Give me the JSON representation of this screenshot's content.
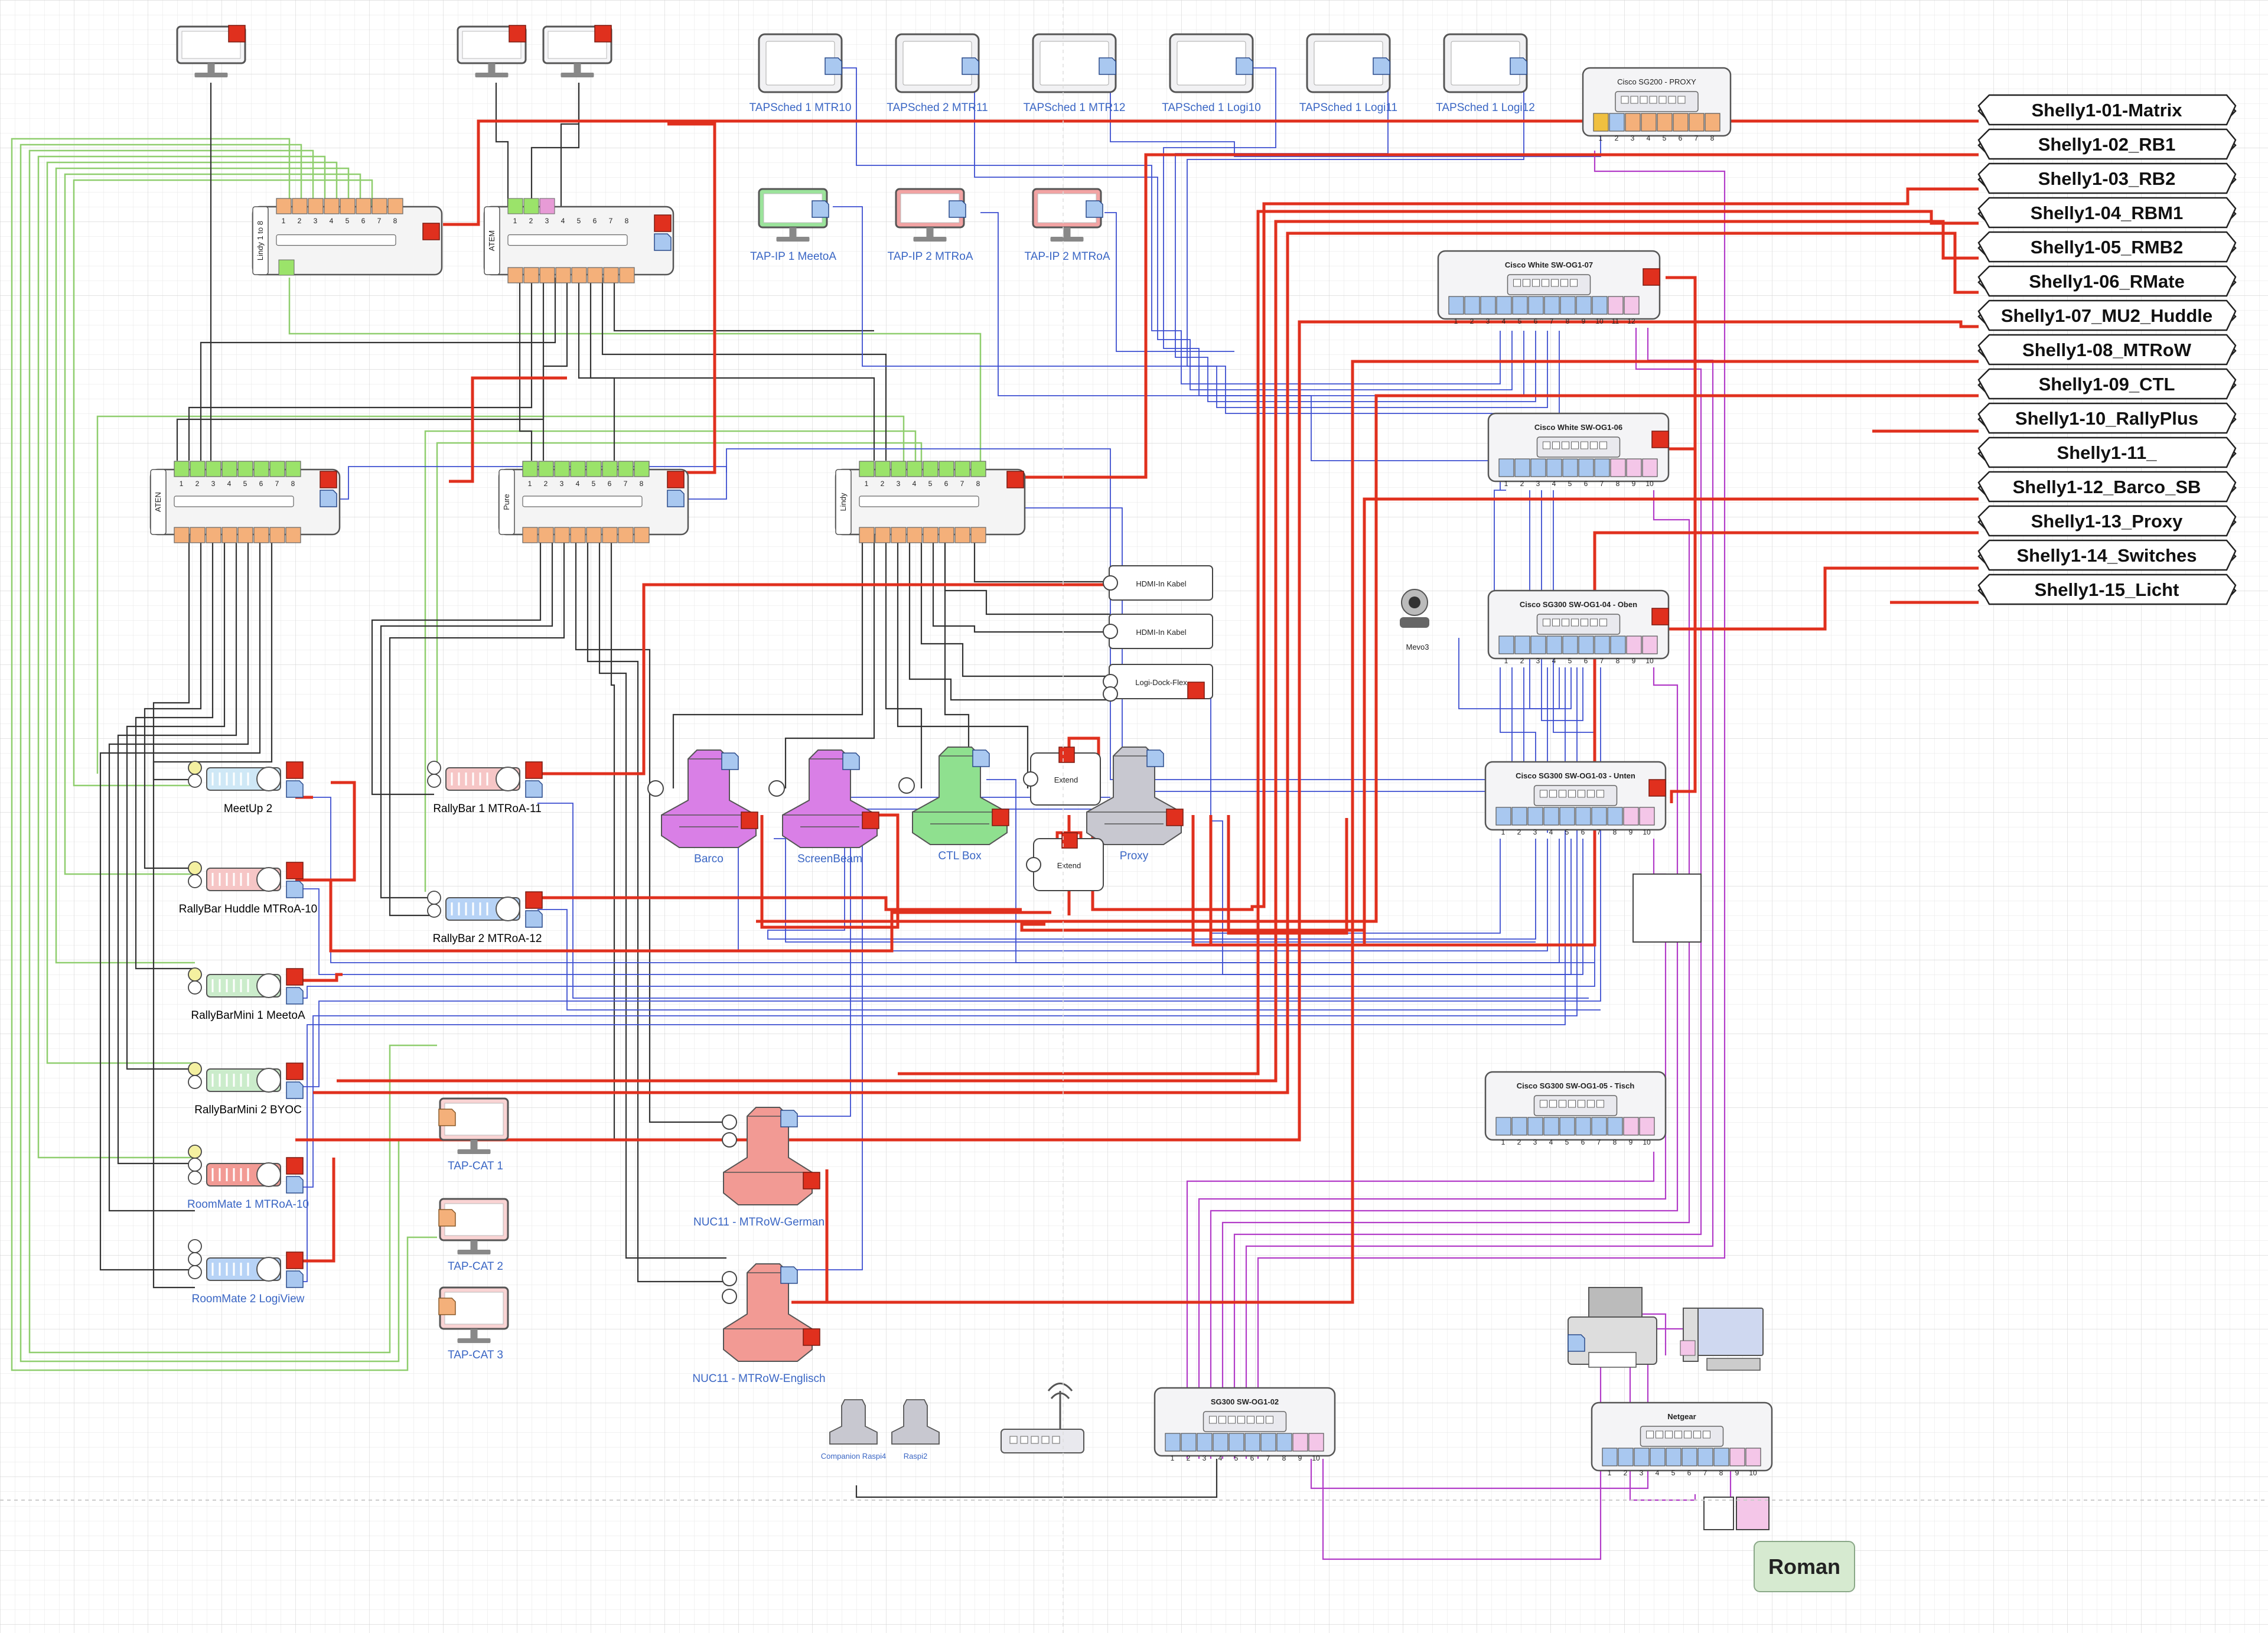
{
  "diagram": {
    "top_monitors": [
      {
        "label": ""
      },
      {
        "label": ""
      },
      {
        "label": ""
      }
    ],
    "tap_sched": [
      {
        "label": "TAPSched 1 MTR10"
      },
      {
        "label": "TAPSched 2 MTR11"
      },
      {
        "label": "TAPSched 1 MTR12"
      },
      {
        "label": "TAPSched 1 Logi10"
      },
      {
        "label": "TAPSched 1 Logi11"
      },
      {
        "label": "TAPSched 1 Logi12"
      }
    ],
    "tap_ip": [
      {
        "label": "TAP-IP 1 MeetoA",
        "color": "#9be39b"
      },
      {
        "label": "TAP-IP 2 MTRoA",
        "color": "#f2a3a3"
      },
      {
        "label": "TAP-IP 2 MTRoA",
        "color": "#f2a3a3"
      }
    ],
    "switchers": {
      "lindy18": {
        "label": "Lindy 1 to 8",
        "ports": [
          "1",
          "2",
          "3",
          "4",
          "5",
          "6",
          "7",
          "8"
        ]
      },
      "atem": {
        "label": "ATEM",
        "ports_top": [
          "1",
          "2",
          "3"
        ],
        "ports_bottom": [
          "1",
          "2",
          "3",
          "4",
          "5",
          "6",
          "7",
          "8"
        ]
      },
      "aten": {
        "label": "ATEN",
        "ports": [
          "1",
          "2",
          "3",
          "4",
          "5",
          "6",
          "7",
          "8"
        ]
      },
      "pure": {
        "label": "Pure",
        "ports": [
          "1",
          "2",
          "3",
          "4",
          "5",
          "6",
          "7",
          "8"
        ]
      },
      "lindy": {
        "label": "Lindy",
        "ports": [
          "1",
          "2",
          "3",
          "4",
          "5",
          "6",
          "7",
          "8"
        ]
      }
    },
    "network_switches": [
      {
        "label": "Cisco SG200 - PROXY",
        "ports": [
          "1",
          "2",
          "3",
          "4",
          "5",
          "6",
          "7",
          "8"
        ]
      },
      {
        "label": "Cisco White SW-OG1-07",
        "ports": [
          "1",
          "2",
          "3",
          "4",
          "5",
          "6",
          "7",
          "8",
          "9",
          "10",
          "11",
          "12"
        ]
      },
      {
        "label": "Cisco White SW-OG1-06",
        "ports": [
          "1",
          "2",
          "3",
          "4",
          "5",
          "6",
          "7",
          "8",
          "9",
          "10"
        ]
      },
      {
        "label": "Cisco SG300  SW-OG1-04 - Oben",
        "ports": [
          "1",
          "2",
          "3",
          "4",
          "5",
          "6",
          "7",
          "8",
          "9",
          "10"
        ]
      },
      {
        "label": "Cisco SG300 SW-OG1-03 - Unten",
        "ports": [
          "1",
          "2",
          "3",
          "4",
          "5",
          "6",
          "7",
          "8",
          "9",
          "10"
        ]
      },
      {
        "label": "Cisco SG300 SW-OG1-05 - Tisch",
        "ports": [
          "1",
          "2",
          "3",
          "4",
          "5",
          "6",
          "7",
          "8",
          "9",
          "10"
        ]
      },
      {
        "label": "SG300 SW-OG1-02",
        "ports": [
          "1",
          "2",
          "3",
          "4",
          "5",
          "6",
          "7",
          "8",
          "9",
          "10"
        ]
      },
      {
        "label": "Netgear",
        "ports": [
          "1",
          "2",
          "3",
          "4",
          "5",
          "6",
          "7",
          "8",
          "9",
          "10"
        ]
      }
    ],
    "hdmi_boxes": [
      {
        "label": "HDMI-In Kabel"
      },
      {
        "label": "HDMI-In Kabel"
      },
      {
        "label": "Logi-Dock-Flex"
      }
    ],
    "extend_boxes": [
      {
        "label": "Extend"
      },
      {
        "label": "Extend"
      }
    ],
    "cameras": [
      {
        "label": "Mevo3"
      }
    ],
    "hubs": [
      {
        "label": "Barco",
        "color": "#d97fe6"
      },
      {
        "label": "ScreenBeam",
        "color": "#d97fe6"
      },
      {
        "label": "CTL Box",
        "color": "#8fe08f"
      },
      {
        "label": "Proxy",
        "color": "#c8c8d0"
      }
    ],
    "nucs": [
      {
        "label": "NUC11 - MTRoW-German",
        "color": "#f29a94"
      },
      {
        "label": "NUC11 - MTRoW-Englisch",
        "color": "#f29a94"
      }
    ],
    "rally": [
      {
        "label": "MeetUp 2",
        "color": "#cfe8f6"
      },
      {
        "label": "RallyBar Huddle MTRoA-10",
        "color": "#f6c6c6"
      },
      {
        "label": "RallyBarMini 1 MeetoA",
        "color": "#cbeccb"
      },
      {
        "label": "RallyBarMini 2 BYOC",
        "color": "#cbeccb"
      },
      {
        "label": "RoomMate 1 MTRoA-10",
        "color": "#f29a94"
      },
      {
        "label": "RoomMate 2 LogiView",
        "color": "#b7d3f6"
      },
      {
        "label": "RallyBar 1 MTRoA-11",
        "color": "#f6c6c6"
      },
      {
        "label": "RallyBar 2 MTRoA-12",
        "color": "#b7d3f6"
      }
    ],
    "tap_cat": [
      {
        "label": "TAP-CAT 1"
      },
      {
        "label": "TAP-CAT 2"
      },
      {
        "label": "TAP-CAT 3"
      }
    ],
    "raspi": [
      {
        "label": "Companion Raspi4"
      },
      {
        "label": "Raspi2"
      }
    ],
    "shelly": [
      "Shelly1-01-Matrix",
      "Shelly1-02_RB1",
      "Shelly1-03_RB2",
      "Shelly1-04_RBM1",
      "Shelly1-05_RMB2",
      "Shelly1-06_RMate",
      "Shelly1-07_MU2_Huddle",
      "Shelly1-08_MTRoW",
      "Shelly1-09_CTL",
      "Shelly1-10_RallyPlus",
      "Shelly1-11_",
      "Shelly1-12_Barco_SB",
      "Shelly1-13_Proxy",
      "Shelly1-14_Switches",
      "Shelly1-15_Licht"
    ],
    "roman": {
      "label": "Roman"
    },
    "colors": {
      "power": "#e0301e",
      "network": "#3d4fd0",
      "hdmi": "#333333",
      "usb": "#8fce6e",
      "poe": "#b23cc8",
      "port_blue": "#a9c8f0",
      "port_orange": "#f4b07a",
      "port_green": "#9be36a",
      "port_pink": "#f4c6e8"
    }
  }
}
